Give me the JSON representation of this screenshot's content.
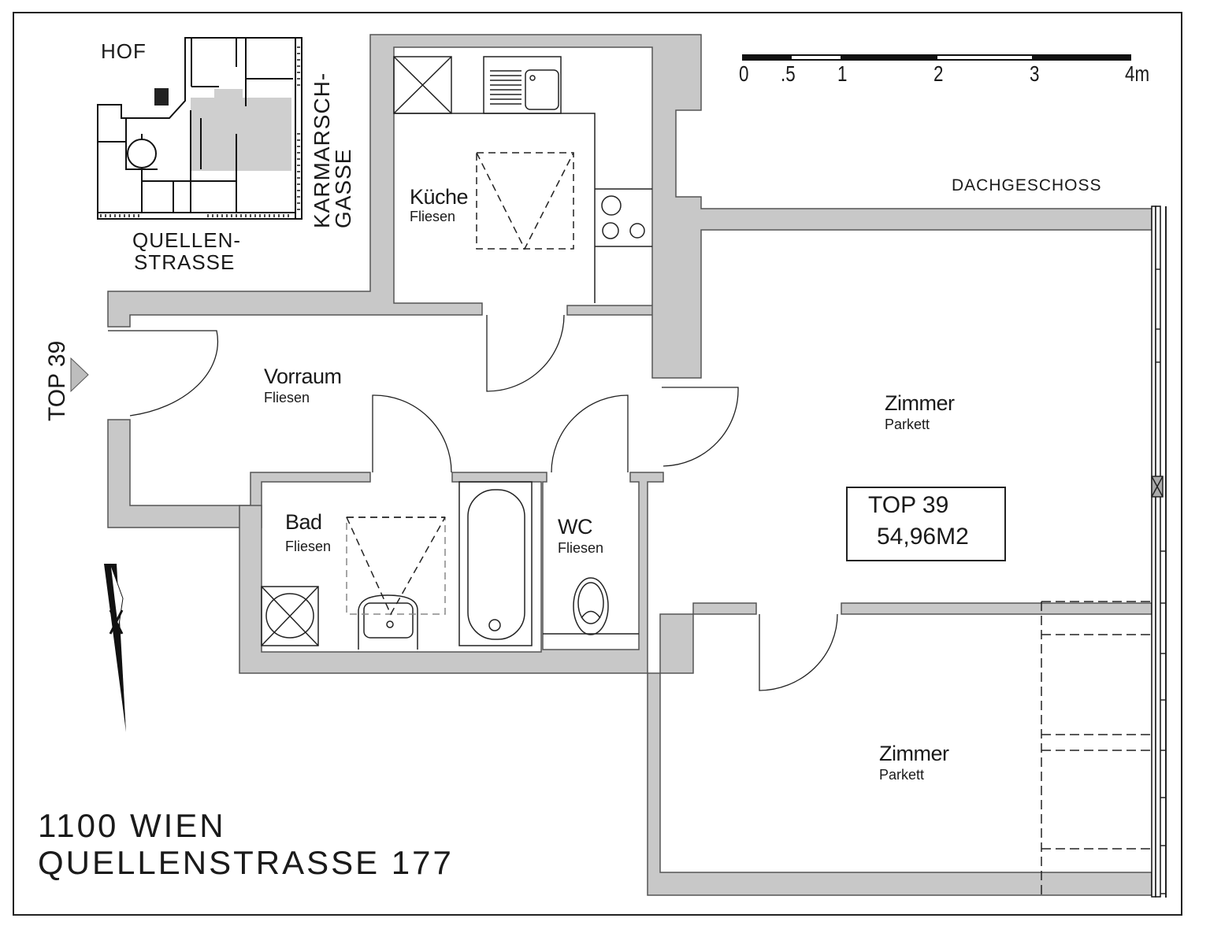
{
  "plan": {
    "floor_label": "DACHGESCHOSS",
    "scale_bar": {
      "ticks": [
        "0",
        ".5",
        "1",
        "2",
        "3",
        "4m"
      ],
      "unit": "m"
    },
    "site_plan": {
      "labels": {
        "hof": "HOF",
        "street1_line1": "QUELLEN-",
        "street1_line2": "STRASSE",
        "street2_line1": "KARMARSCH-",
        "street2_line2": "GASSE"
      }
    },
    "entry_marker": "TOP 39",
    "unit": {
      "name": "TOP 39",
      "area": "54,96M2"
    },
    "rooms": [
      {
        "name": "Küche",
        "floor": "Fliesen"
      },
      {
        "name": "Vorraum",
        "floor": "Fliesen"
      },
      {
        "name": "Bad",
        "floor": "Fliesen"
      },
      {
        "name": "WC",
        "floor": "Fliesen"
      },
      {
        "name": "Zimmer",
        "floor": "Parkett"
      },
      {
        "name": "Zimmer",
        "floor": "Parkett"
      }
    ],
    "address": {
      "line1": "1100 WIEN",
      "line2": "QUELLENSTRASSE 177"
    },
    "colors": {
      "wall_fill": "#c8c8c8",
      "line": "#1a1a1a",
      "background": "#ffffff"
    }
  }
}
